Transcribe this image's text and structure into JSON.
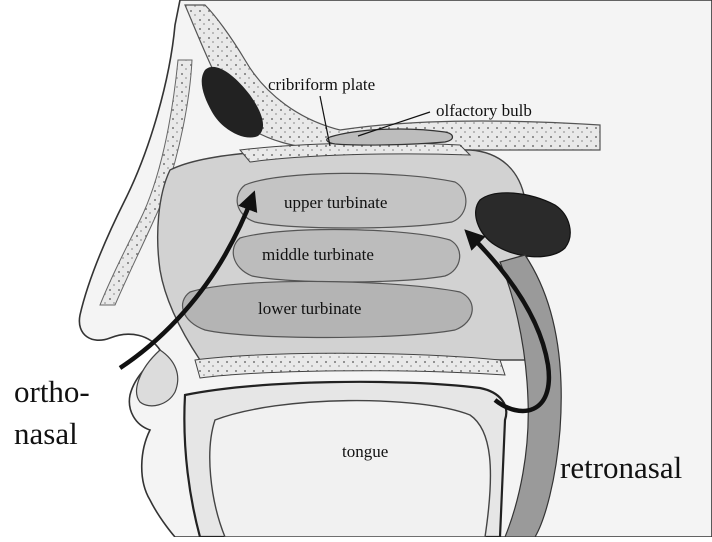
{
  "labels": {
    "cribriform_plate": "cribriform plate",
    "olfactory_bulb": "olfactory bulb",
    "upper_turbinate": "upper turbinate",
    "middle_turbinate": "middle turbinate",
    "lower_turbinate": "lower turbinate",
    "tongue": "tongue",
    "ortho_line1": "ortho-",
    "ortho_line2": "nasal",
    "retronasal": "retronasal"
  },
  "colors": {
    "ink": "#111111",
    "bone": "#efefef",
    "cavity": "#cfcfcf",
    "turbinate": "#b8b8b8",
    "sinus": "#222222",
    "skin": "#f6f6f6"
  }
}
